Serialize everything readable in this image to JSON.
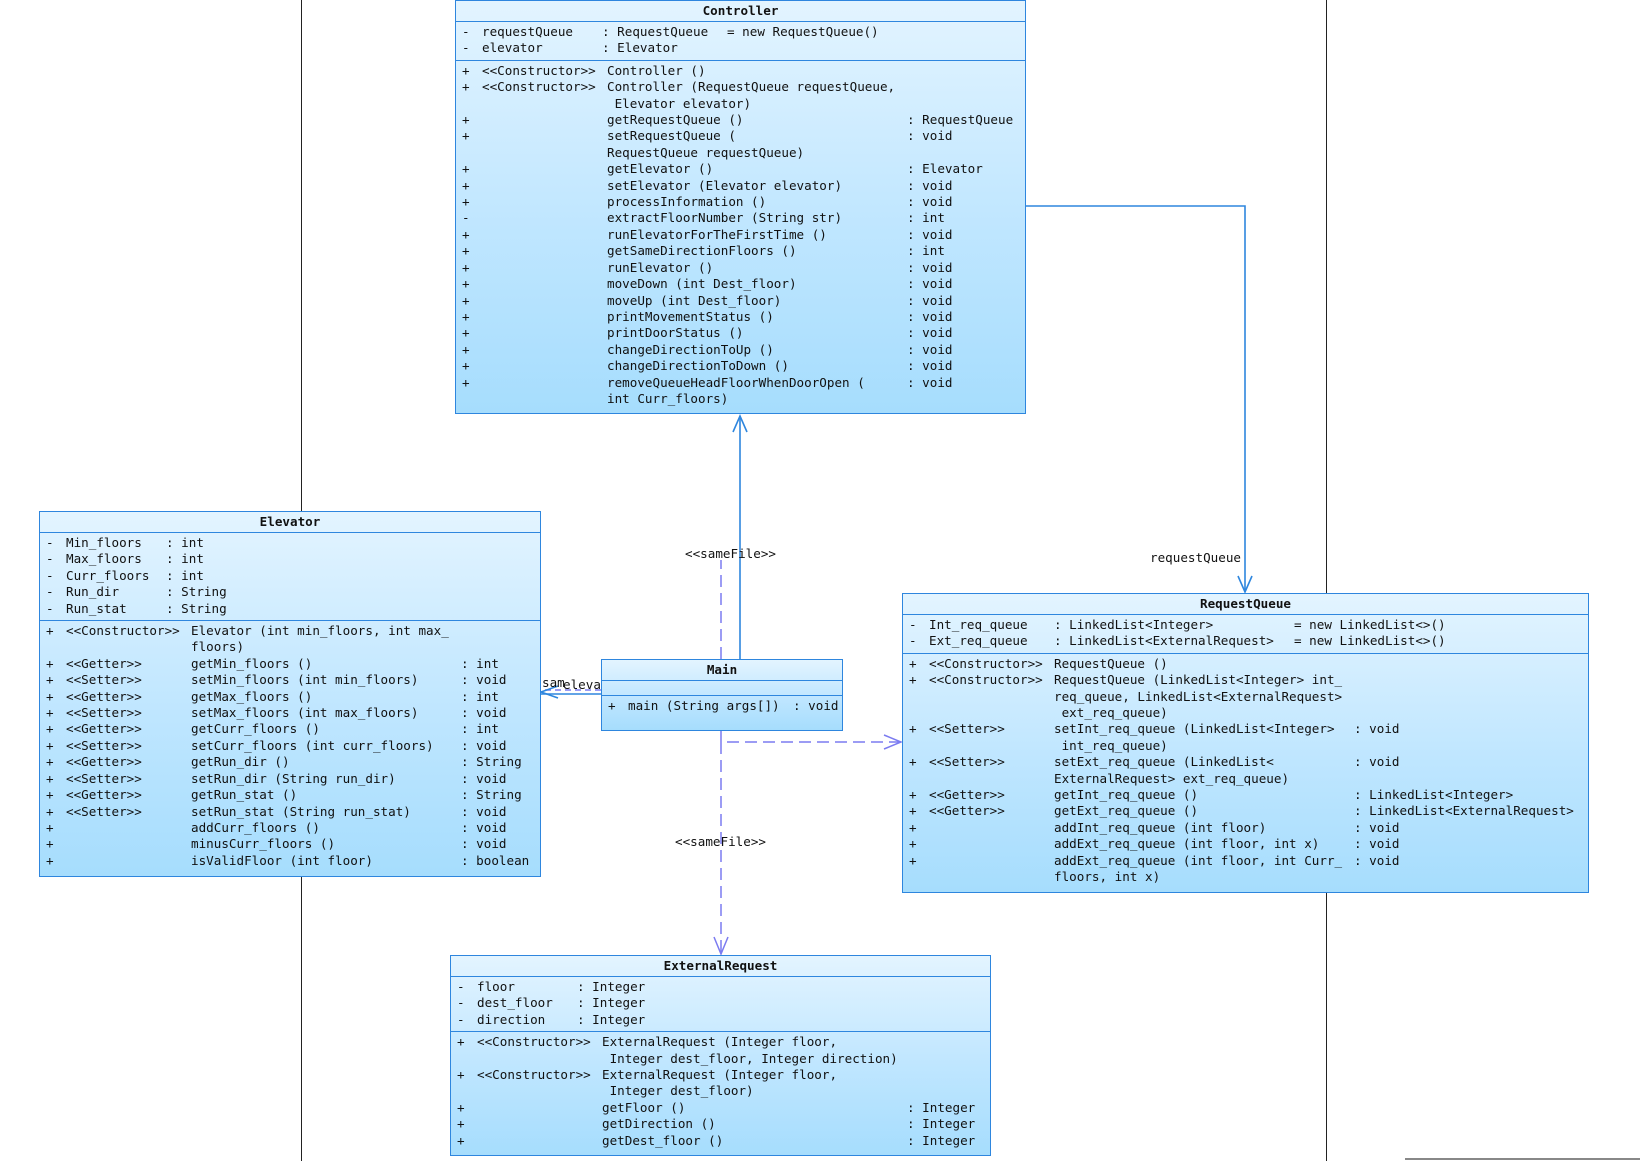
{
  "classes": {
    "controller": {
      "name": "Controller",
      "fields": [
        {
          "v": "-",
          "n": "requestQueue",
          "t": ": RequestQueue",
          "d": "= new RequestQueue()"
        },
        {
          "v": "-",
          "n": "elevator",
          "t": ": Elevator",
          "d": ""
        }
      ],
      "methods": [
        {
          "v": "+",
          "s": "<<Constructor>>",
          "n": [
            "Controller ()"
          ],
          "t": ""
        },
        {
          "v": "+",
          "s": "<<Constructor>>",
          "n": [
            "Controller (RequestQueue requestQueue,",
            " Elevator elevator)"
          ],
          "t": ""
        },
        {
          "v": "+",
          "s": "",
          "n": [
            "getRequestQueue ()"
          ],
          "t": ": RequestQueue"
        },
        {
          "v": "+",
          "s": "",
          "n": [
            "setRequestQueue (",
            "RequestQueue requestQueue)"
          ],
          "t": ": void"
        },
        {
          "v": "+",
          "s": "",
          "n": [
            "getElevator ()"
          ],
          "t": ": Elevator"
        },
        {
          "v": "+",
          "s": "",
          "n": [
            "setElevator (Elevator elevator)"
          ],
          "t": ": void"
        },
        {
          "v": "+",
          "s": "",
          "n": [
            "processInformation ()"
          ],
          "t": ": void"
        },
        {
          "v": "-",
          "s": "",
          "n": [
            "extractFloorNumber (String str)"
          ],
          "t": ": int"
        },
        {
          "v": "+",
          "s": "",
          "n": [
            "runElevatorForTheFirstTime ()"
          ],
          "t": ": void"
        },
        {
          "v": "+",
          "s": "",
          "n": [
            "getSameDirectionFloors ()"
          ],
          "t": ": int"
        },
        {
          "v": "+",
          "s": "",
          "n": [
            "runElevator ()"
          ],
          "t": ": void"
        },
        {
          "v": "+",
          "s": "",
          "n": [
            "moveDown (int Dest_floor)"
          ],
          "t": ": void"
        },
        {
          "v": "+",
          "s": "",
          "n": [
            "moveUp (int Dest_floor)"
          ],
          "t": ": void"
        },
        {
          "v": "+",
          "s": "",
          "n": [
            "printMovementStatus ()"
          ],
          "t": ": void"
        },
        {
          "v": "+",
          "s": "",
          "n": [
            "printDoorStatus ()"
          ],
          "t": ": void"
        },
        {
          "v": "+",
          "s": "",
          "n": [
            "changeDirectionToUp ()"
          ],
          "t": ": void"
        },
        {
          "v": "+",
          "s": "",
          "n": [
            "changeDirectionToDown ()"
          ],
          "t": ": void"
        },
        {
          "v": "+",
          "s": "",
          "n": [
            "removeQueueHeadFloorWhenDoorOpen (",
            "int Curr_floors)"
          ],
          "t": ": void"
        }
      ]
    },
    "elevator": {
      "name": "Elevator",
      "fields": [
        {
          "v": "-",
          "n": "Min_floors",
          "t": ": int",
          "d": ""
        },
        {
          "v": "-",
          "n": "Max_floors",
          "t": ": int",
          "d": ""
        },
        {
          "v": "-",
          "n": "Curr_floors",
          "t": ": int",
          "d": ""
        },
        {
          "v": "-",
          "n": "Run_dir",
          "t": ": String",
          "d": ""
        },
        {
          "v": "-",
          "n": "Run_stat",
          "t": ": String",
          "d": ""
        }
      ],
      "methods": [
        {
          "v": "+",
          "s": "<<Constructor>>",
          "n": [
            "Elevator (int min_floors, int max_",
            "floors)"
          ],
          "t": ""
        },
        {
          "v": "+",
          "s": "<<Getter>>",
          "n": [
            "getMin_floors ()"
          ],
          "t": ": int"
        },
        {
          "v": "+",
          "s": "<<Setter>>",
          "n": [
            "setMin_floors (int min_floors)"
          ],
          "t": ": void"
        },
        {
          "v": "+",
          "s": "<<Getter>>",
          "n": [
            "getMax_floors ()"
          ],
          "t": ": int"
        },
        {
          "v": "+",
          "s": "<<Setter>>",
          "n": [
            "setMax_floors (int max_floors)"
          ],
          "t": ": void"
        },
        {
          "v": "+",
          "s": "<<Getter>>",
          "n": [
            "getCurr_floors ()"
          ],
          "t": ": int"
        },
        {
          "v": "+",
          "s": "<<Setter>>",
          "n": [
            "setCurr_floors (int curr_floors)"
          ],
          "t": ": void"
        },
        {
          "v": "+",
          "s": "<<Getter>>",
          "n": [
            "getRun_dir ()"
          ],
          "t": ": String"
        },
        {
          "v": "+",
          "s": "<<Setter>>",
          "n": [
            "setRun_dir (String run_dir)"
          ],
          "t": ": void"
        },
        {
          "v": "+",
          "s": "<<Getter>>",
          "n": [
            "getRun_stat ()"
          ],
          "t": ": String"
        },
        {
          "v": "+",
          "s": "<<Setter>>",
          "n": [
            "setRun_stat (String run_stat)"
          ],
          "t": ": void"
        },
        {
          "v": "+",
          "s": "",
          "n": [
            "addCurr_floors ()"
          ],
          "t": ": void"
        },
        {
          "v": "+",
          "s": "",
          "n": [
            "minusCurr_floors ()"
          ],
          "t": ": void"
        },
        {
          "v": "+",
          "s": "",
          "n": [
            "isValidFloor (int floor)"
          ],
          "t": ": boolean"
        }
      ]
    },
    "main": {
      "name": "Main",
      "fields": [],
      "methods": [
        {
          "v": "+",
          "s": "",
          "n": [
            "main (String args[])"
          ],
          "t": ": void"
        }
      ]
    },
    "requestqueue": {
      "name": "RequestQueue",
      "fields": [
        {
          "v": "-",
          "n": "Int_req_queue",
          "t": ": LinkedList<Integer>",
          "d": "= new LinkedList<>()"
        },
        {
          "v": "-",
          "n": "Ext_req_queue",
          "t": ": LinkedList<ExternalRequest>",
          "d": "= new LinkedList<>()"
        }
      ],
      "methods": [
        {
          "v": "+",
          "s": "<<Constructor>>",
          "n": [
            "RequestQueue ()"
          ],
          "t": ""
        },
        {
          "v": "+",
          "s": "<<Constructor>>",
          "n": [
            "RequestQueue (LinkedList<Integer> int_",
            "req_queue, LinkedList<ExternalRequest>",
            " ext_req_queue)"
          ],
          "t": ""
        },
        {
          "v": "+",
          "s": "<<Setter>>",
          "n": [
            "setInt_req_queue (LinkedList<Integer>",
            " int_req_queue)"
          ],
          "t": ": void"
        },
        {
          "v": "+",
          "s": "<<Setter>>",
          "n": [
            "setExt_req_queue (LinkedList<",
            "ExternalRequest> ext_req_queue)"
          ],
          "t": ": void"
        },
        {
          "v": "+",
          "s": "<<Getter>>",
          "n": [
            "getInt_req_queue ()"
          ],
          "t": ": LinkedList<Integer>"
        },
        {
          "v": "+",
          "s": "<<Getter>>",
          "n": [
            "getExt_req_queue ()"
          ],
          "t": ": LinkedList<ExternalRequest>"
        },
        {
          "v": "+",
          "s": "",
          "n": [
            "addInt_req_queue (int floor)"
          ],
          "t": ": void"
        },
        {
          "v": "+",
          "s": "",
          "n": [
            "addExt_req_queue (int floor, int x)"
          ],
          "t": ": void"
        },
        {
          "v": "+",
          "s": "",
          "n": [
            "addExt_req_queue (int floor, int Curr_",
            "floors, int x)"
          ],
          "t": ": void"
        }
      ]
    },
    "externalrequest": {
      "name": "ExternalRequest",
      "fields": [
        {
          "v": "-",
          "n": "floor",
          "t": ": Integer",
          "d": ""
        },
        {
          "v": "-",
          "n": "dest_floor",
          "t": ": Integer",
          "d": ""
        },
        {
          "v": "-",
          "n": "direction",
          "t": ": Integer",
          "d": ""
        }
      ],
      "methods": [
        {
          "v": "+",
          "s": "<<Constructor>>",
          "n": [
            "ExternalRequest (Integer floor,",
            " Integer dest_floor, Integer direction)"
          ],
          "t": ""
        },
        {
          "v": "+",
          "s": "<<Constructor>>",
          "n": [
            "ExternalRequest (Integer floor,",
            " Integer dest_floor)"
          ],
          "t": ""
        },
        {
          "v": "+",
          "s": "",
          "n": [
            "getFloor ()"
          ],
          "t": ": Integer"
        },
        {
          "v": "+",
          "s": "",
          "n": [
            "getDirection ()"
          ],
          "t": ": Integer"
        },
        {
          "v": "+",
          "s": "",
          "n": [
            "getDest_floor ()"
          ],
          "t": ": Integer"
        }
      ]
    }
  },
  "edge_labels": {
    "samefile_controller": "<<sameFile>>",
    "samefile_external": "<<sameFile>>",
    "samefile_requestqueue": "<<sameFile>>",
    "samefile_elevator_short": "sam",
    "elevator_role_short": "eleva",
    "request_queue_role": "requestQueue"
  },
  "colors": {
    "class_border": "#2e86de",
    "class_fill_top": "#e3f4ff",
    "class_fill_bottom": "#a6ddfd",
    "association_line": "#2e86de",
    "dependency_line": "#7b7bf0"
  }
}
